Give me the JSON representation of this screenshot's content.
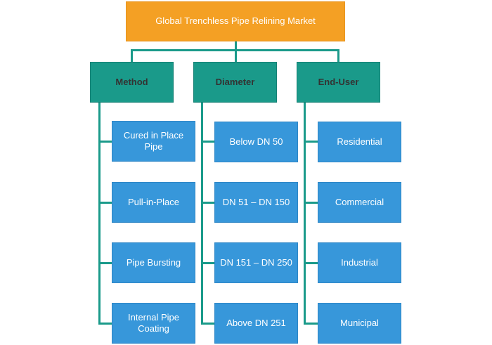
{
  "root": {
    "label": "Global Trenchless Pipe Relining Market"
  },
  "categories": [
    {
      "label": "Method",
      "items": [
        "Cured in Place Pipe",
        "Pull-in-Place",
        "Pipe Bursting",
        "Internal Pipe Coating"
      ]
    },
    {
      "label": "Diameter",
      "items": [
        "Below DN 50",
        "DN 51 – DN 150",
        "DN 151 – DN 250",
        "Above DN 251"
      ]
    },
    {
      "label": "End-User",
      "items": [
        "Residential",
        "Commercial",
        "Industrial",
        "Municipal"
      ]
    }
  ],
  "colors": {
    "root": "#f4a024",
    "category": "#1a9a8a",
    "leaf": "#3797da",
    "connector": "#1a9a8a"
  }
}
